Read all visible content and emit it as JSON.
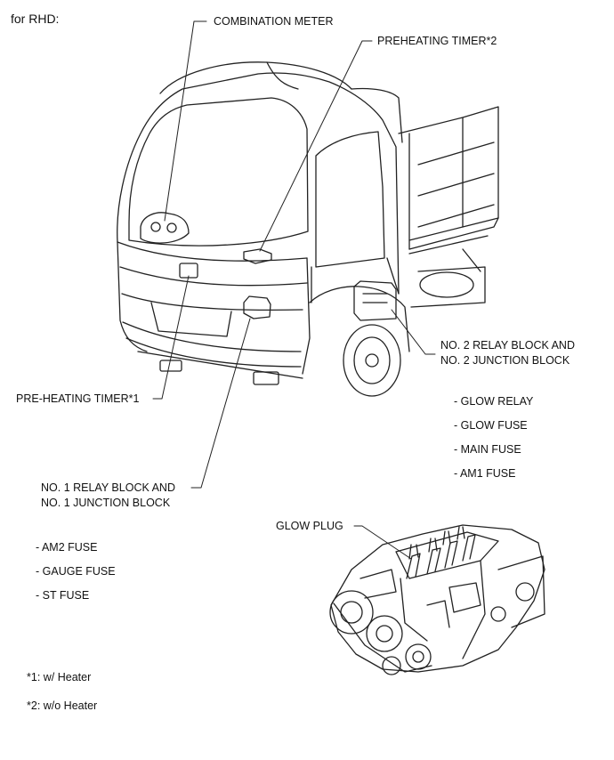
{
  "header": {
    "title": "for RHD:"
  },
  "callouts": {
    "combination_meter": "COMBINATION METER",
    "preheating_timer_2": "PREHEATING TIMER*2",
    "pre_heating_timer_1": "PRE-HEATING TIMER*1",
    "relay_block_2_line1": "NO. 2 RELAY BLOCK AND",
    "relay_block_2_line2": "NO. 2 JUNCTION BLOCK",
    "relay_block_1_line1": "NO. 1 RELAY BLOCK AND",
    "relay_block_1_line2": "NO. 1 JUNCTION BLOCK",
    "glow_plug": "GLOW PLUG"
  },
  "relay_block_2_items": [
    "- GLOW RELAY",
    "- GLOW FUSE",
    "- MAIN FUSE",
    "- AM1 FUSE"
  ],
  "relay_block_1_items": [
    "- AM2 FUSE",
    "- GAUGE FUSE",
    "- ST FUSE"
  ],
  "footnotes": [
    "*1: w/ Heater",
    "*2: w/o Heater"
  ]
}
